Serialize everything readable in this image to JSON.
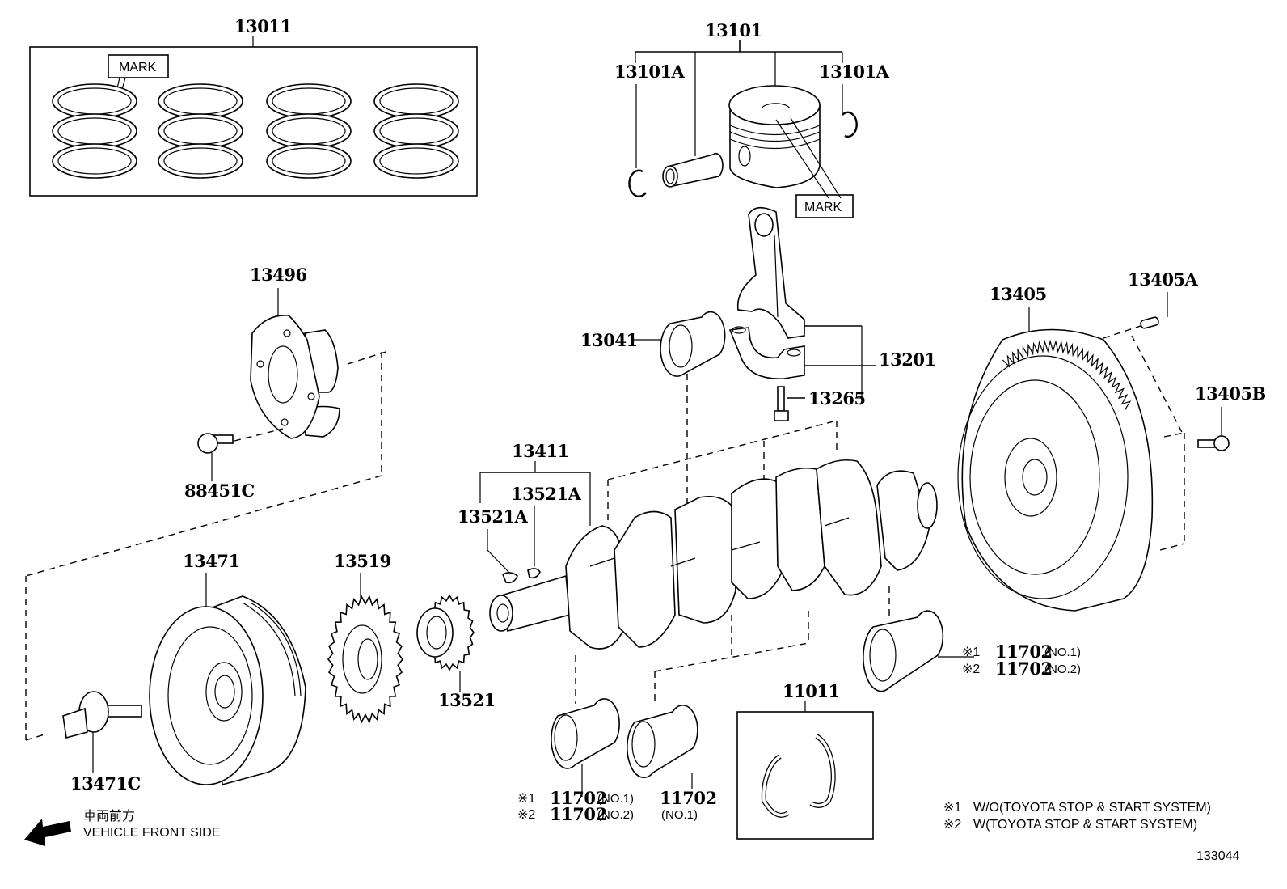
{
  "diagram": {
    "title": "Crankshaft & Piston parts diagram",
    "diagram_id": "133044",
    "direction_label_jp": "車両前方",
    "direction_label_en": "VEHICLE FRONT SIDE",
    "mark_label": "MARK",
    "notes": [
      {
        "symbol": "※1",
        "text": "W/O(TOYOTA STOP & START SYSTEM)"
      },
      {
        "symbol": "※2",
        "text": "W(TOYOTA STOP & START SYSTEM)"
      }
    ],
    "parts": {
      "p13011": "13011",
      "p13101": "13101",
      "p13101A_left": "13101A",
      "p13101A_right": "13101A",
      "p13496": "13496",
      "p88451C": "88451C",
      "p13041": "13041",
      "p13201": "13201",
      "p13265": "13265",
      "p13405": "13405",
      "p13405A": "13405A",
      "p13405B": "13405B",
      "p13411": "13411",
      "p13521A_left": "13521A",
      "p13521A_right": "13521A",
      "p13471": "13471",
      "p13519": "13519",
      "p13521": "13521",
      "p13471C": "13471C",
      "p11011": "11011"
    },
    "bearings": {
      "right": {
        "line1_sym": "※1",
        "line1_pn": "11702",
        "line1_suffix": "(NO.1)",
        "line2_sym": "※2",
        "line2_pn": "11702",
        "line2_suffix": "(NO.2)"
      },
      "bottom_left": {
        "line1_sym": "※1",
        "line1_pn": "11702",
        "line1_suffix": "(NO.1)",
        "line2_sym": "※2",
        "line2_pn": "11702",
        "line2_suffix": "(NO.2)"
      },
      "bottom_mid": {
        "pn": "11702",
        "suffix": "(NO.1)"
      }
    }
  }
}
